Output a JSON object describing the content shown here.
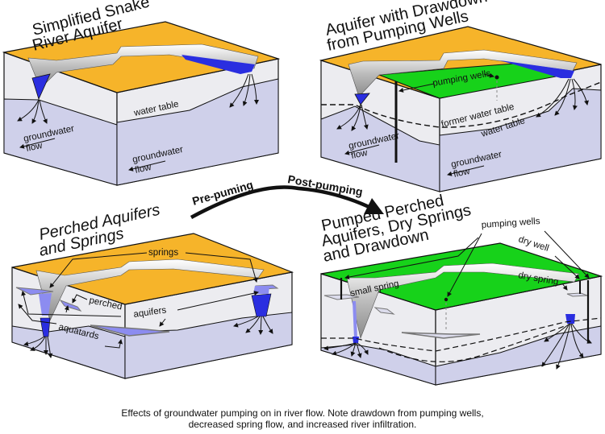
{
  "panels": {
    "top_left": {
      "title_line1": "Simplified Snake",
      "title_line2": "River Aquifer",
      "labels": {
        "water_table": "water table",
        "groundwater_1": "groundwater",
        "flow_1": "flow",
        "groundwater_2": "groundwater",
        "flow_2": "flow"
      }
    },
    "top_right": {
      "title_line1": "Aquifer with Drawdown",
      "title_line2": "from Pumping Wells",
      "labels": {
        "pumping_wells": "pumping wells",
        "former_water_table": "former water table",
        "water_table": "water table",
        "groundwater_1": "groundwater",
        "flow_1": "flow",
        "groundwater_2": "groundwater",
        "flow_2": "flow"
      }
    },
    "bottom_left": {
      "title_line1": "Perched Aquifers",
      "title_line2": "and Springs",
      "labels": {
        "springs": "springs",
        "perched": "perched",
        "aquifers": "aquifers",
        "aquatards": "aquatards"
      }
    },
    "bottom_right": {
      "title_line1": "Pumped Perched",
      "title_line2": "Aquifers, Dry Springs",
      "title_line3": "and Drawdown",
      "labels": {
        "pumping_wells": "pumping wells",
        "dry_well": "dry well",
        "small_spring": "small spring",
        "dry_spring": "dry spring"
      }
    }
  },
  "transition": {
    "pre_label": "Pre-puming",
    "post_label": "Post-pumping"
  },
  "caption": {
    "line1": "Effects of groundwater pumping on in river flow.  Note drawdown from pumping wells,",
    "line2": "decreased spring flow, and increased river infiltration."
  },
  "colors": {
    "land_surface": "#f6b42a",
    "irrigated_land": "#17d21a",
    "river_water": "#2a2ee0",
    "unsaturated_zone": "#ececf0",
    "saturated_zone": "#cfd0ea",
    "perched_water": "#8c8cf0",
    "outline": "#111111"
  }
}
